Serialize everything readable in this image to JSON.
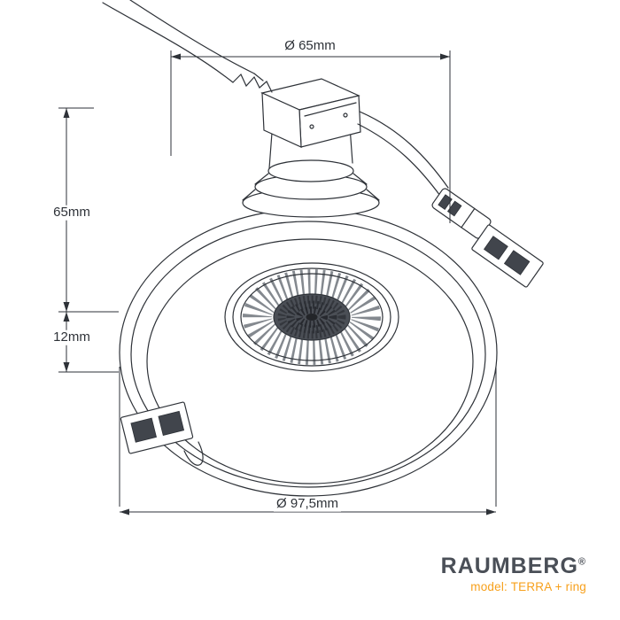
{
  "canvas": {
    "background": "#ffffff",
    "line_color": "#2e3238"
  },
  "dimensions": {
    "top_diameter": "Ø 65mm",
    "height": "65mm",
    "ring_height": "12mm",
    "bottom_diameter": "Ø 97,5mm"
  },
  "branding": {
    "name": "RAUMBERG",
    "registered": "®",
    "model": "model: TERRA + ring",
    "name_color": "#4a4f57",
    "model_color": "#f7a01b"
  },
  "drawing": {
    "subject": "recessed-spotlight-technical-drawing",
    "parts": [
      "power-cable",
      "junction-box",
      "mounting-neck",
      "trim-ring",
      "reflector-lens",
      "plug-connector",
      "spring-clip-right",
      "spring-clip-left"
    ]
  }
}
